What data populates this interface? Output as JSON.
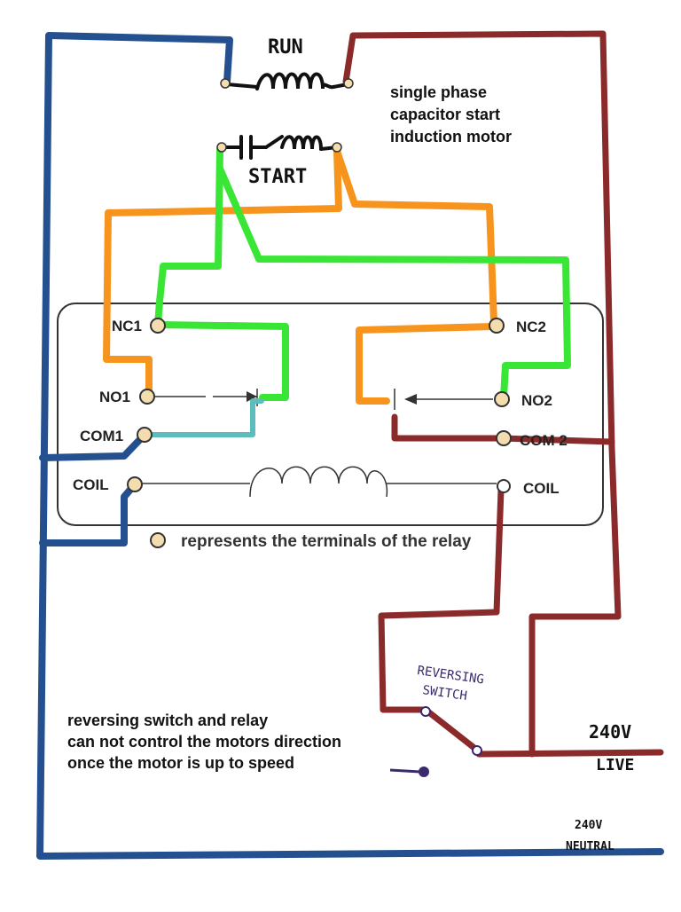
{
  "labels": {
    "run": "RUN",
    "start": "START",
    "motor_note": [
      "single phase",
      "capacitor start",
      "induction motor"
    ],
    "legend": "represents the terminals of the relay",
    "reversing_switch": [
      "REVERSING",
      "SWITCH"
    ],
    "bottom_note": [
      "reversing switch and relay",
      "can not control the motors direction",
      "once the motor is up to speed"
    ],
    "live": [
      "240V",
      "LIVE"
    ],
    "neutral": [
      "240V",
      "NEUTRAL"
    ]
  },
  "relay_terminals": {
    "nc1": "NC1",
    "no1": "NO1",
    "com1": "COM1",
    "coil_left": "COIL",
    "nc2": "NC2",
    "no2": "NO2",
    "com2": "COM 2",
    "coil_right": "COIL"
  },
  "colors": {
    "neutral_wire": "#24508f",
    "live_wire": "#8b2a2a",
    "orange_wire": "#f7941d",
    "green_wire": "#39e636",
    "teal_wire": "#5cbdbd",
    "terminal_fill": "#f3dcae",
    "relay_outline": "#333333"
  }
}
